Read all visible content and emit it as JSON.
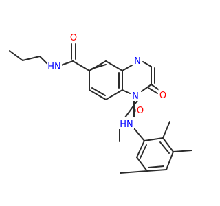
{
  "colors": {
    "bond": "#2b2b2b",
    "O": "#ff0000",
    "N": "#0000ff",
    "background": "#ffffff"
  },
  "atoms": [
    {
      "id": "amide-o-1",
      "text": "O",
      "element": "O"
    },
    {
      "id": "amide-nh-1",
      "text": "HN",
      "element": "N"
    },
    {
      "id": "ring-n-4",
      "text": "N",
      "element": "N"
    },
    {
      "id": "ring-n-1",
      "text": "N",
      "element": "N"
    },
    {
      "id": "ketone-o-2",
      "text": "O",
      "element": "O"
    },
    {
      "id": "amide-o-2",
      "text": "O",
      "element": "O"
    },
    {
      "id": "amide-nh-2",
      "text": "HN",
      "element": "N"
    }
  ]
}
